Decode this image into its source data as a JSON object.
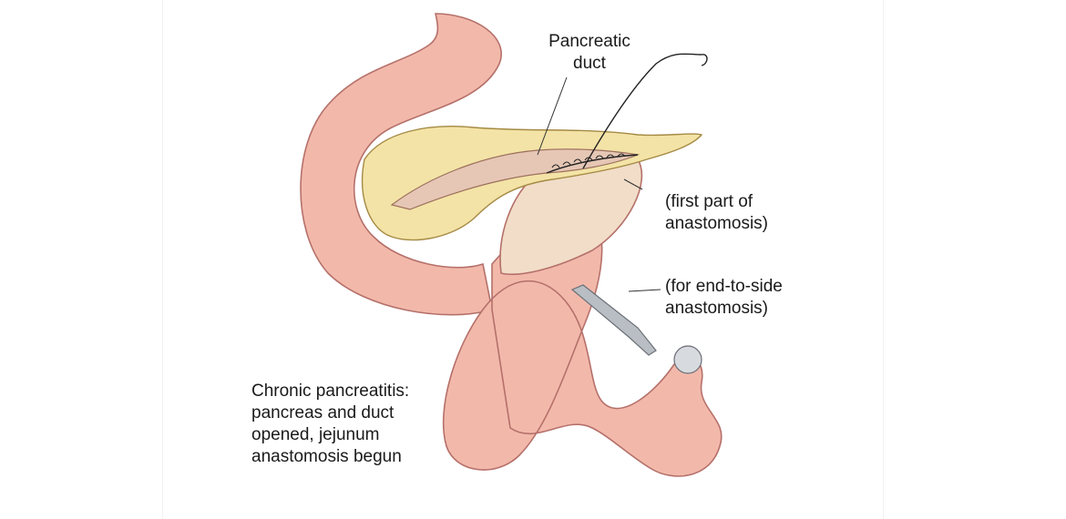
{
  "labels": {
    "pancreatic_duct": {
      "line1": "Pancreatic",
      "line2": "duct"
    },
    "first_part": {
      "line1": "(first part of",
      "line2": "anastomosis)"
    },
    "end_to_side": {
      "line1": "(for end-to-side",
      "line2": "anastomosis)"
    },
    "caption": {
      "line1": "Chronic pancreatitis:",
      "line2": "pancreas and duct",
      "line3": "opened, jejunum",
      "line4": "anastomosis begun"
    }
  },
  "colors": {
    "bowel_fill": "#f2b9ab",
    "bowel_stroke": "#b5706a",
    "pancreas_fill": "#f3e3a6",
    "pancreas_stroke": "#a58a45",
    "duct_fill": "#e6c7b5",
    "lumen_fill": "#f4dccb",
    "suture": "#222222",
    "instrument": "#8a8f95"
  }
}
